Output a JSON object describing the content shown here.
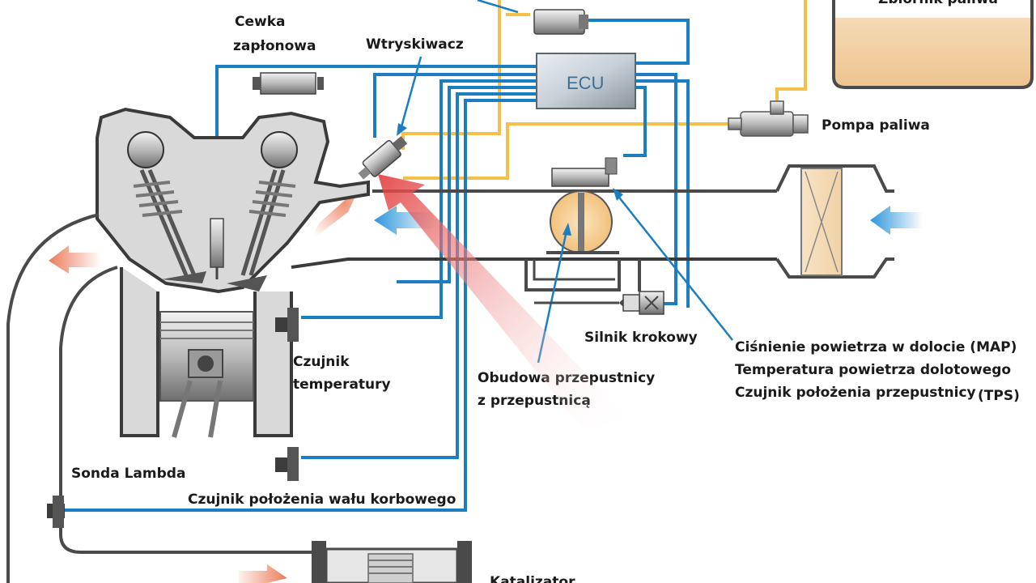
{
  "labels": {
    "fuel_tank": "Zbiornik paliwa",
    "ignition_coil_1": "Cewka",
    "ignition_coil_2": "zapłonowa",
    "injector": "Wtryskiwacz",
    "ecu": "ECU",
    "fuel_pump": "Pompa paliwa",
    "stepper_motor": "Silnik krokowy",
    "map_sensor": "Ciśnienie powietrza w dolocie (MAP)",
    "intake_air_temp": "Temperatura powietrza dolotowego",
    "tps_1": "Czujnik położenia przepustnicy",
    "tps_2": "(TPS)",
    "throttle_body_1": "Obudowa przepustnicy",
    "throttle_body_2": "z przepustnicą",
    "temp_sensor_1": "Czujnik",
    "temp_sensor_2": "temperatury",
    "lambda": "Sonda Lambda",
    "crank_sensor": "Czujnik położenia wału korbowego",
    "catalyst": "Katalizator"
  },
  "colors": {
    "signal_wire": "#1a7ec1",
    "fuel_line": "#f5c04a",
    "pipe": "#4a4a4a",
    "flow_arrow_intake": "#3aa0e0",
    "flow_arrow_exhaust": "#e8643c"
  }
}
